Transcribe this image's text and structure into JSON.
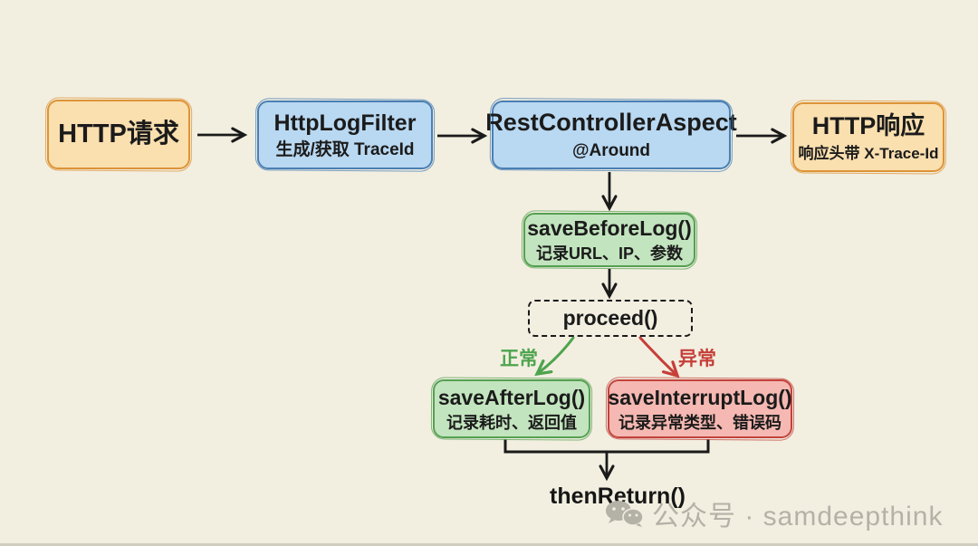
{
  "diagram": {
    "background": "#f2efe1",
    "nodes": {
      "http_request": {
        "title": "HTTP请求"
      },
      "http_log_filter": {
        "title": "HttpLogFilter",
        "subtitle": "生成/获取 TraceId"
      },
      "rest_controller_aspect": {
        "title": "RestControllerAspect",
        "subtitle": "@Around"
      },
      "http_response": {
        "title": "HTTP响应",
        "subtitle": "响应头带 X-Trace-Id"
      },
      "save_before_log": {
        "title": "saveBeforeLog()",
        "subtitle": "记录URL、IP、参数"
      },
      "proceed": {
        "title": "proceed()"
      },
      "save_after_log": {
        "title": "saveAfterLog()",
        "subtitle": "记录耗时、返回值"
      },
      "save_interrupt_log": {
        "title": "saveInterruptLog()",
        "subtitle": "记录异常类型、错误码"
      },
      "then_return": {
        "title": "thenReturn()"
      }
    },
    "edge_labels": {
      "normal": "正常",
      "exception": "异常"
    },
    "colors": {
      "background": "#f2efe1",
      "orange_fill": "#fadfaf",
      "orange_border": "#dd9336",
      "blue_fill": "#b9d8f1",
      "blue_border": "#4a7fb3",
      "green_fill": "#c2e4be",
      "green_border": "#55a052",
      "red_fill": "#f5b8b2",
      "red_border": "#c2423c",
      "normal_label": "#4ea44e",
      "exception_label": "#c63f39",
      "arrow": "#1a1a1a",
      "watermark": "#b4b2a7"
    }
  },
  "watermark": {
    "icon": "wechat-icon",
    "text": "公众号 · samdeepthink"
  }
}
